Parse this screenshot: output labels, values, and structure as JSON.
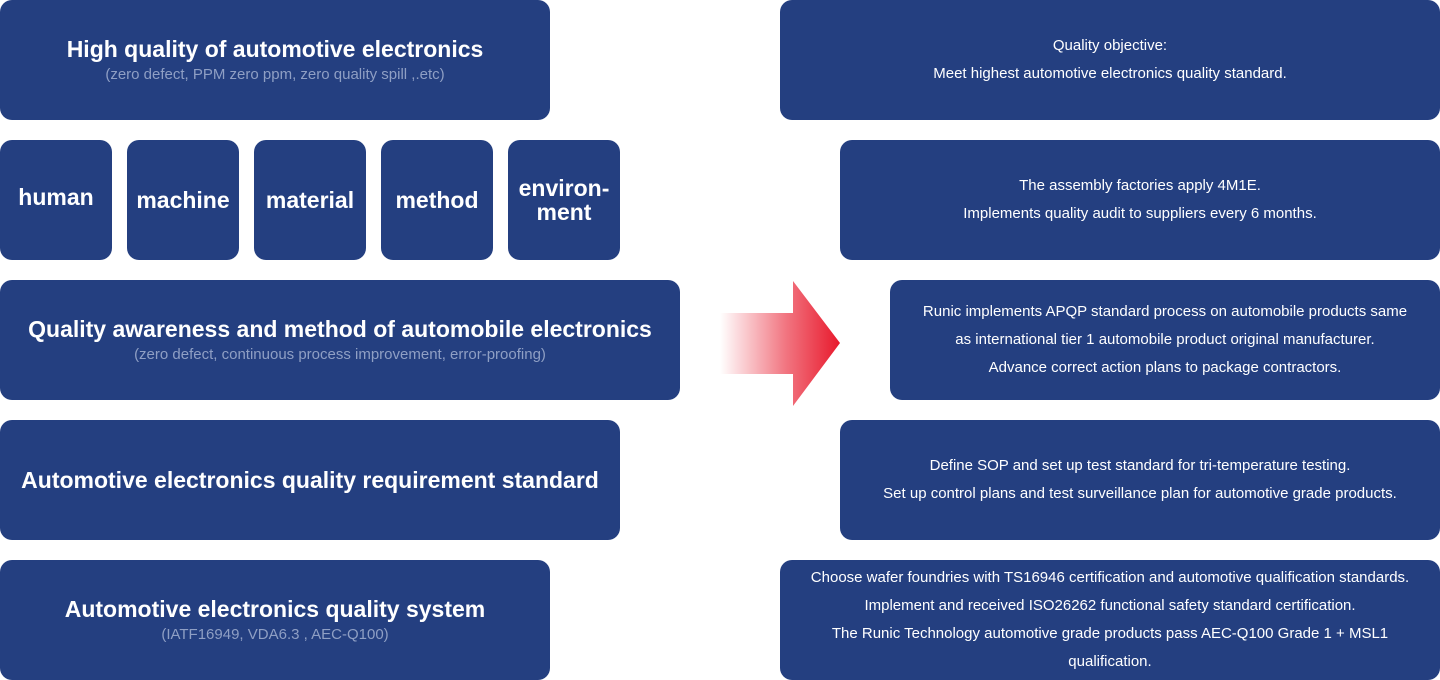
{
  "left": {
    "top": {
      "title": "High quality of automotive electronics",
      "subtitle": "(zero defect, PPM zero ppm, zero quality spill ,.etc)"
    },
    "factors": [
      "human",
      "machine",
      "material",
      "method",
      "environ-\nment"
    ],
    "awareness": {
      "title": "Quality awareness and method of automobile electronics",
      "subtitle": "(zero defect, continuous process improvement, error-proofing)"
    },
    "requirement": {
      "title": "Automotive electronics quality requirement standard"
    },
    "system": {
      "title": "Automotive electronics quality system",
      "subtitle": "(IATF16949, VDA6.3 , AEC-Q100)"
    }
  },
  "right": {
    "b1": [
      "Quality objective:",
      "Meet highest automotive electronics quality standard."
    ],
    "b2": [
      "The assembly factories apply 4M1E.",
      "Implements quality audit to suppliers every 6 months."
    ],
    "b3": [
      "Runic implements APQP standard process on automobile products same",
      "as international tier 1 automobile product original manufacturer.",
      "Advance correct action plans to package contractors."
    ],
    "b4": [
      "Define SOP and set up test standard for tri-temperature testing.",
      "Set up control plans and test surveillance plan for automotive grade products."
    ],
    "b5": [
      "Choose wafer foundries with TS16946 certification and automotive qualification standards.",
      "Implement and received ISO26262 functional safety standard certification.",
      "The Runic Technology automotive grade products pass AEC-Q100 Grade 1 + MSL1",
      "qualification."
    ]
  },
  "colors": {
    "box": "#243f80",
    "subtitle": "#8f9fc4",
    "arrow": "#e8192c"
  }
}
